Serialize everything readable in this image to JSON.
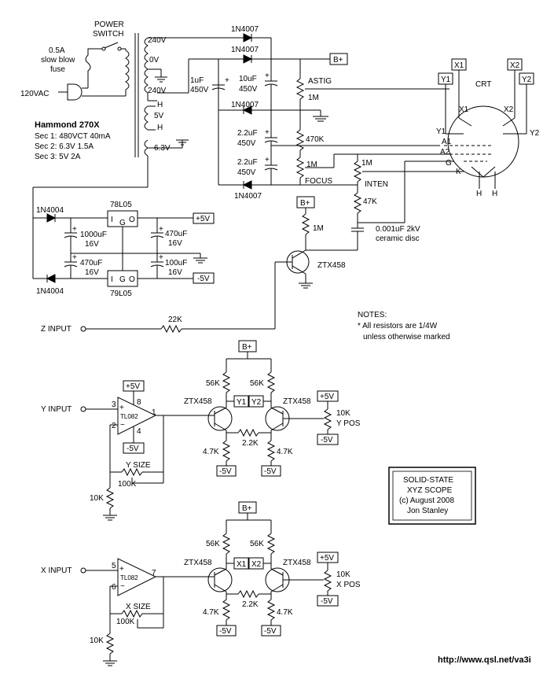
{
  "supply": {
    "fuse": [
      "0.5A",
      "slow blow",
      "fuse"
    ],
    "mains": "120VAC",
    "switch": [
      "POWER",
      "SWITCH"
    ],
    "tap_240a": "240V",
    "tap_0v": "0V",
    "tap_240b": "240V",
    "h1": "H",
    "v5": "5V",
    "h2": "H",
    "v63": "6.3V",
    "xfmr_title": "Hammond 270X",
    "secs": [
      "Sec 1: 480VCT 40mA",
      "Sec 2: 6.3V 1.5A",
      "Sec 3: 5V 2A"
    ]
  },
  "hv": {
    "d1": "1N4007",
    "d2": "1N4007",
    "d3": "1N4007",
    "d4": "1N4007",
    "bplus": "B+",
    "c1": [
      "1uF",
      "450V"
    ],
    "c2": [
      "10uF",
      "450V"
    ],
    "c3": [
      "2.2uF",
      "450V"
    ],
    "c4": [
      "2.2uF",
      "450V"
    ],
    "astig": "ASTIG",
    "r_astig": "1M",
    "r470": "470K",
    "r_focus": "1M",
    "focus": "FOCUS",
    "r_inten": "1M",
    "inten": "INTEN",
    "r47": "47K",
    "cdisc": [
      "0.001uF 2kV",
      "ceramic disc"
    ],
    "bplus2": "B+",
    "r_z": "1M",
    "q_z": "ZTX458"
  },
  "crt": {
    "x1": "X1",
    "x2": "X2",
    "y1": "Y1",
    "y2": "Y2",
    "label": "CRT",
    "pin_x1": "X1",
    "pin_x2": "X2",
    "pin_y1": "Y1",
    "pin_y2": "Y2",
    "a1": "A1",
    "a2": "A2",
    "g": "G",
    "k": "K",
    "h1": "H",
    "h2": "H"
  },
  "regs": {
    "d1": "1N4004",
    "d2": "1N4004",
    "r1": "78L05",
    "r2": "79L05",
    "pins": [
      "I",
      "G",
      "O"
    ],
    "c1": [
      "1000uF",
      "16V"
    ],
    "c2": [
      "470uF",
      "16V"
    ],
    "c3": [
      "470uF",
      "16V"
    ],
    "c4": [
      "100uF",
      "16V"
    ],
    "p5": "+5V",
    "m5": "-5V"
  },
  "zin": {
    "label": "Z INPUT",
    "r": "22K"
  },
  "notes": [
    "NOTES:",
    "* All resistors are 1/4W",
    "unless otherwise marked"
  ],
  "yamp": {
    "input": "Y INPUT",
    "p3": "3",
    "p2": "2",
    "p8": "8",
    "p4": "4",
    "p1": "1",
    "opamp": "TL082",
    "p5v": "+5V",
    "m5v": "-5V",
    "size": "Y SIZE",
    "r100": "100K",
    "r10": "10K",
    "bplus": "B+",
    "r56a": "56K",
    "r56b": "56K",
    "out1": "Y1",
    "out2": "Y2",
    "q1": "ZTX458",
    "q2": "ZTX458",
    "r22": "2.2K",
    "r47a": "4.7K",
    "r47b": "4.7K",
    "m5a": "-5V",
    "m5b": "-5V",
    "pos_p5": "+5V",
    "pos_r": "10K",
    "pos": "Y POS",
    "pos_m5": "-5V"
  },
  "xamp": {
    "input": "X INPUT",
    "p5": "5",
    "p6": "6",
    "p7": "7",
    "opamp": "TL082",
    "size": "X SIZE",
    "r100": "100K",
    "r10": "10K",
    "bplus": "B+",
    "r56a": "56K",
    "r56b": "56K",
    "out1": "X1",
    "out2": "X2",
    "q1": "ZTX458",
    "q2": "ZTX458",
    "r22": "2.2K",
    "r47a": "4.7K",
    "r47b": "4.7K",
    "m5a": "-5V",
    "m5b": "-5V",
    "pos_p5": "+5V",
    "pos_r": "10K",
    "pos": "X POS",
    "pos_m5": "-5V"
  },
  "titleblock": [
    "SOLID-STATE",
    "XYZ SCOPE",
    "(c)  August 2008",
    "Jon Stanley"
  ],
  "url": "http://www.qsl.net/va3i"
}
